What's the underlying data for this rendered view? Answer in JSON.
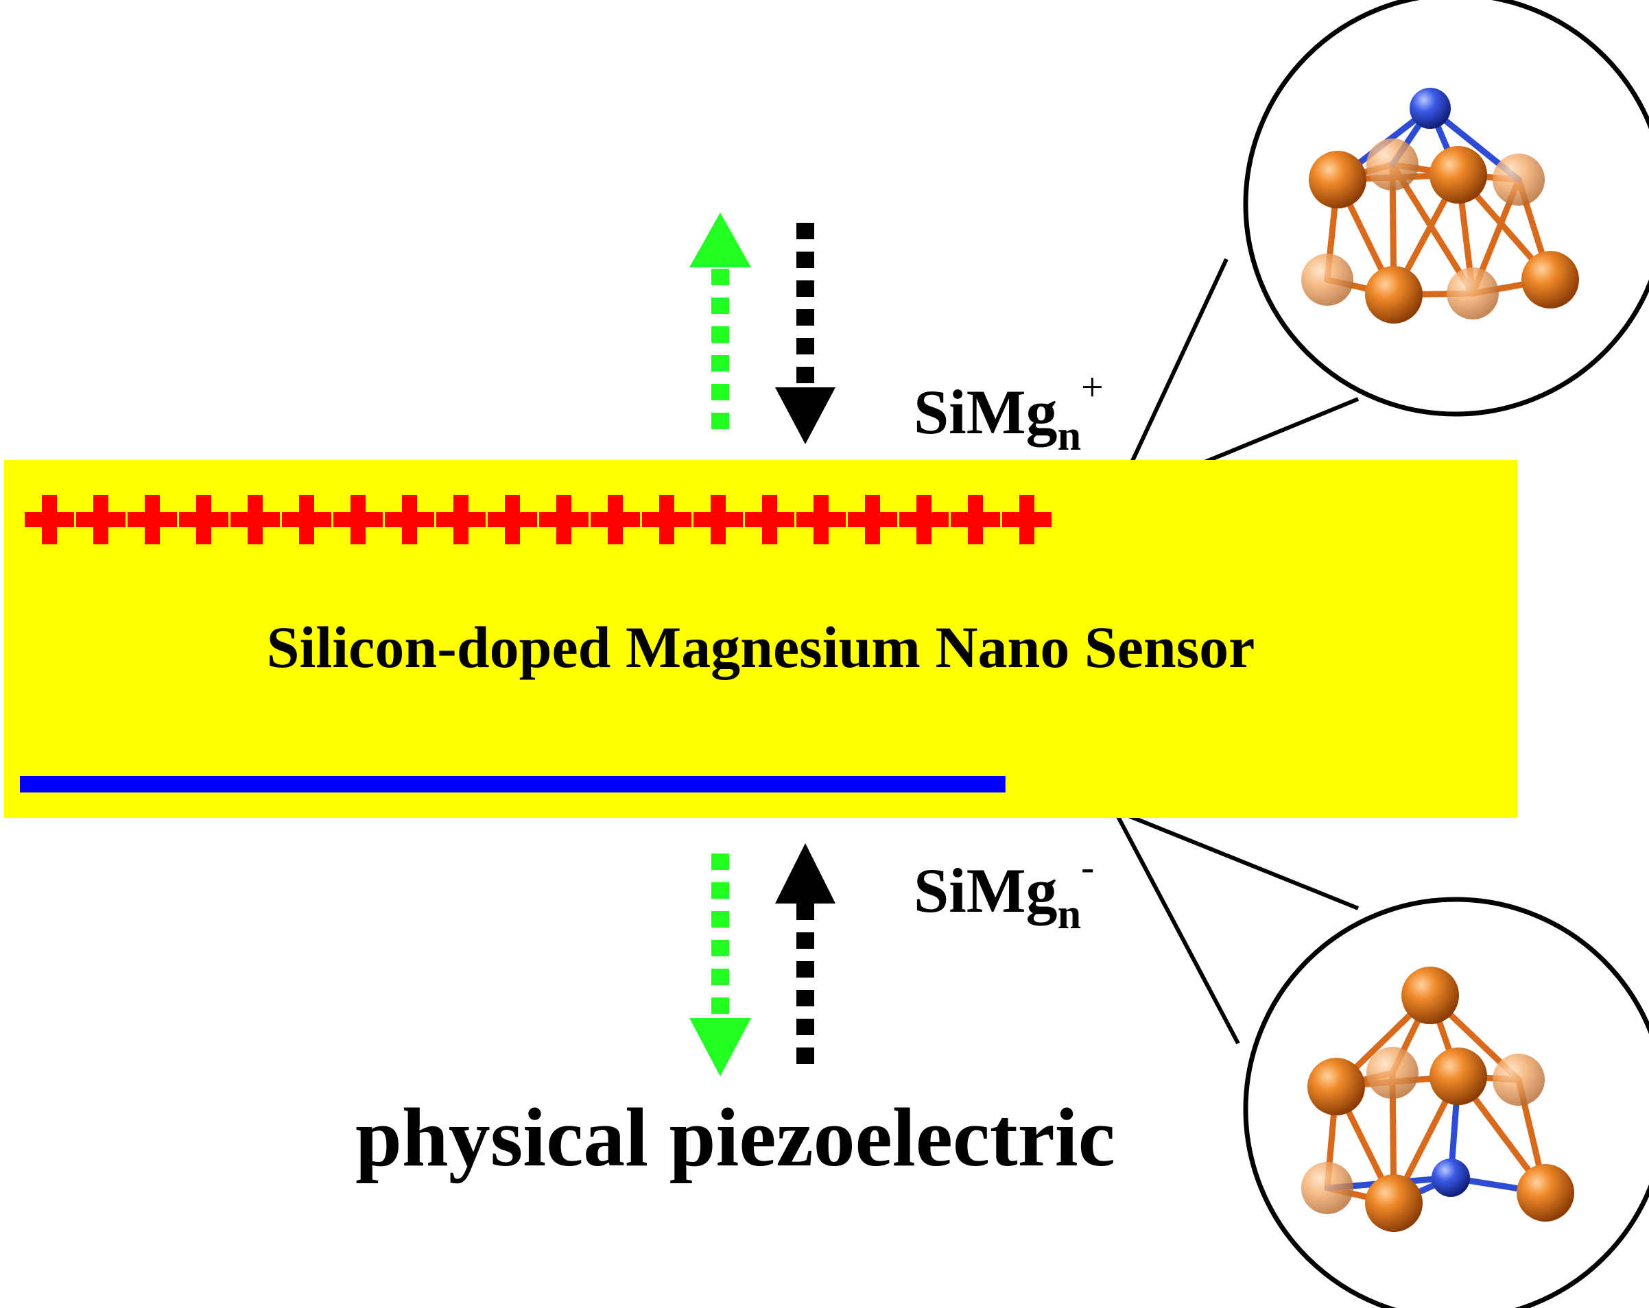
{
  "sensor": {
    "label": "Silicon-doped Magnesium Nano Sensor",
    "fill_color": "#ffff00",
    "positive_charge_count": 20,
    "negative_charge_count": 19,
    "positive_color": "#ff0000",
    "negative_color": "#0000ff"
  },
  "cations": {
    "label_base": "SiMg",
    "label_sub": "n",
    "label_sup": "+"
  },
  "anions": {
    "label_base": "SiMg",
    "label_sub": "n",
    "label_sup": "-"
  },
  "caption": "physical piezoelectric",
  "arrows": {
    "green_color": "#22ff22",
    "black_color": "#000000"
  },
  "clusters": {
    "mg_atom_color": "#e07a1e",
    "si_atom_color": "#2e4bd6",
    "bond_color": "#d9691b"
  }
}
